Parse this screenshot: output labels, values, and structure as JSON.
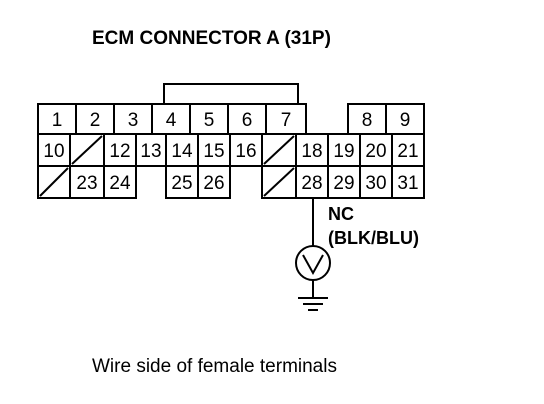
{
  "title": "ECM CONNECTOR A (31P)",
  "caption": "Wire side of female terminals",
  "wire_label": {
    "line1": "NC",
    "line2": "(BLK/BLU)"
  },
  "connector": {
    "rows": [
      [
        "1",
        "2",
        "3",
        "4",
        "5",
        "6",
        "7",
        "",
        "8",
        "9"
      ],
      [
        "10",
        "/",
        "12",
        "13",
        "14",
        "15",
        "16",
        "/",
        "18",
        "19",
        "20",
        "21"
      ],
      [
        "/",
        "23",
        "24",
        "25",
        "26",
        "/",
        "28",
        "29",
        "30",
        "31"
      ]
    ]
  },
  "probe_pin": "28",
  "meter_icon": "voltmeter-icon",
  "ground_icon": "ground-icon"
}
